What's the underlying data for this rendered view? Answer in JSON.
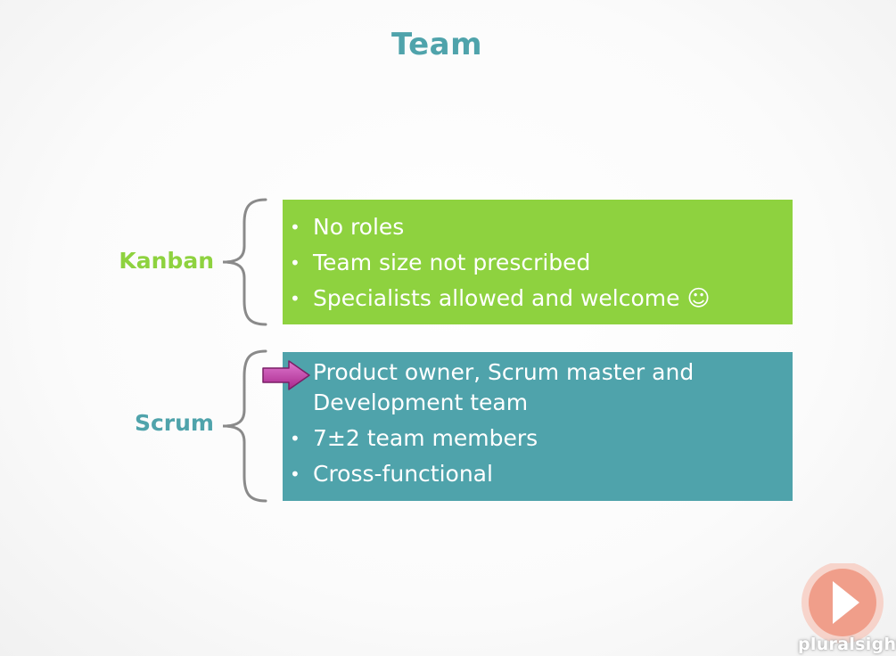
{
  "slide": {
    "title": "Team",
    "colors": {
      "title": "#4fa3ab",
      "kanban_label": "#8ed23f",
      "scrum_label": "#4fa3ab",
      "kanban_box": "#8ed23f",
      "scrum_box": "#4fa3ab",
      "brace": "#8a8a8a",
      "arrow": "#c83fa8"
    },
    "kanban": {
      "label": "Kanban",
      "items": [
        "No roles",
        "Team size not prescribed",
        "Specialists allowed and welcome ☺"
      ]
    },
    "scrum": {
      "label": "Scrum",
      "items": [
        "Product owner, Scrum master and Development team",
        "7±2 team members",
        "Cross-functional"
      ],
      "highlighted_item_index": 0
    }
  },
  "branding": {
    "logo_icon": "play-icon",
    "logo_text": "pluralsight"
  }
}
